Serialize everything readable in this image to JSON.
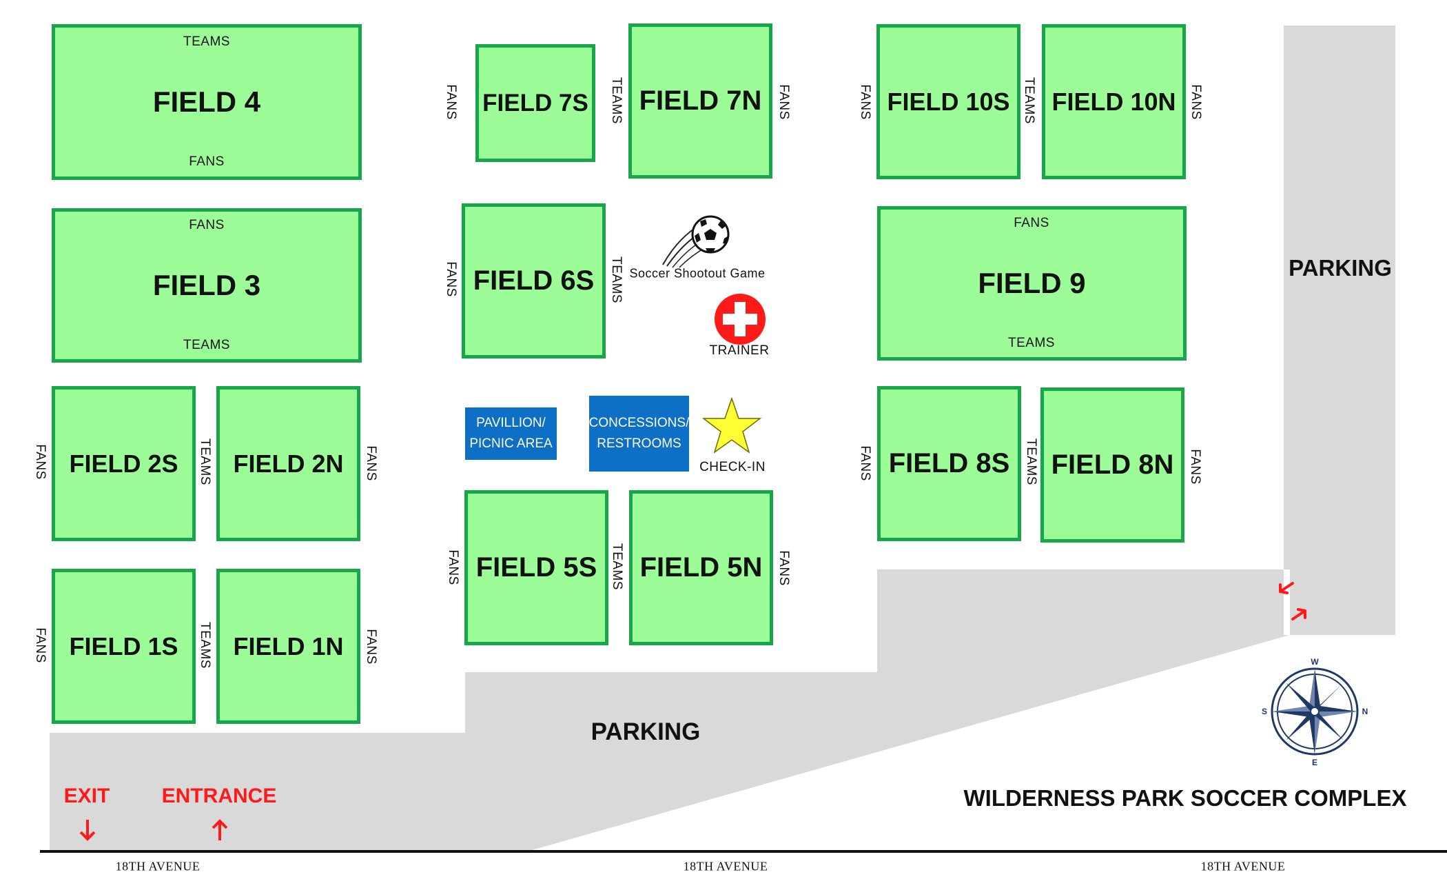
{
  "title": "WILDERNESS PARK SOCCER COMPLEX",
  "colors": {
    "field_fill": "#9cfd98",
    "field_border": "#17a74a",
    "parking": "#d9d9d9",
    "facility_box": "#0d6fc5",
    "alert_red": "#ff1a1a",
    "star": "#ffff33"
  },
  "fields": {
    "f4": "FIELD 4",
    "f3": "FIELD 3",
    "f2s": "FIELD 2S",
    "f2n": "FIELD 2N",
    "f1s": "FIELD 1S",
    "f1n": "FIELD 1N",
    "f7s": "FIELD 7S",
    "f7n": "FIELD 7N",
    "f6s": "FIELD 6S",
    "f5s": "FIELD 5S",
    "f5n": "FIELD 5N",
    "f10s": "FIELD 10S",
    "f10n": "FIELD 10N",
    "f9": "FIELD 9",
    "f8s": "FIELD 8S",
    "f8n": "FIELD 8N"
  },
  "labels": {
    "teams": "TEAMS",
    "fans": "FANS"
  },
  "facilities": {
    "pavilion_line1": "PAVILLION/",
    "pavilion_line2": "PICNIC AREA",
    "concessions_line1": "CONCESSIONS/",
    "concessions_line2": "RESTROOMS",
    "checkin": "CHECK-IN",
    "trainer": "TRAINER",
    "shootout": "Soccer Shootout Game"
  },
  "parking": {
    "right": "PARKING",
    "bottom": "PARKING"
  },
  "access": {
    "exit": "EXIT",
    "entrance": "ENTRANCE"
  },
  "road": {
    "left": "18TH AVENUE",
    "center": "18TH AVENUE",
    "right": "18TH AVENUE"
  },
  "compass": {
    "top": "W",
    "left": "S",
    "right": "N",
    "bottom": "E"
  },
  "icons": [
    "soccer-ball-icon",
    "first-aid-cross-icon",
    "star-icon",
    "compass-rose-icon",
    "arrow-down-icon",
    "arrow-up-icon",
    "double-arrow-icon"
  ]
}
